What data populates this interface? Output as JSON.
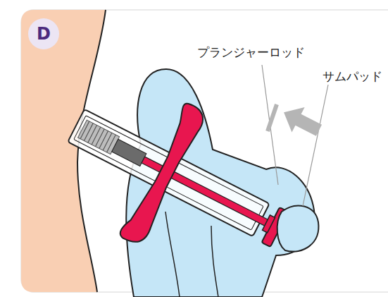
{
  "diagram": {
    "nodes": [
      {
        "text": [
          "D"
        ]
      }
    ],
    "labels": [
      "プランジャーロッド",
      "サムパッド"
    ]
  }
}
